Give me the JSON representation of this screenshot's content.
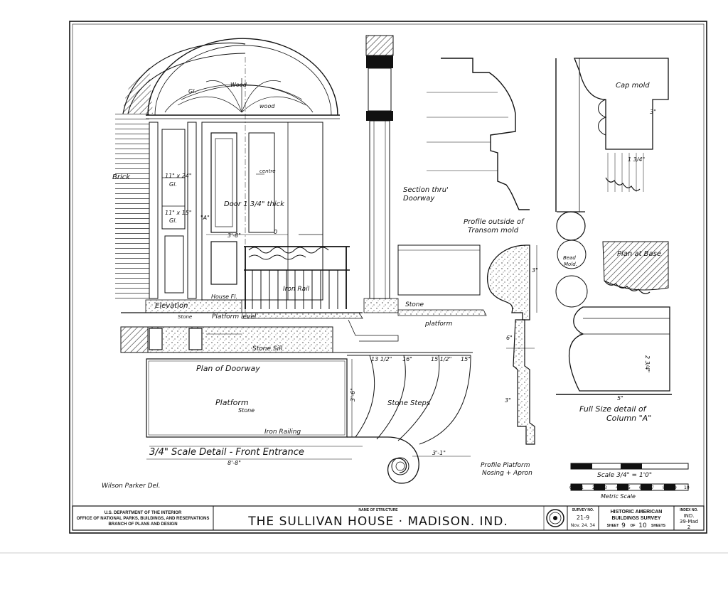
{
  "drawing": {
    "labels": {
      "brick": "Brick",
      "wood_top": "Wood",
      "wood": "wood",
      "gl_fan": "Gl.",
      "pane1": "11\" x 24\"",
      "pane1_b": "Gl.",
      "pane2": "11\" x 15\"",
      "pane2_b": "Gl.",
      "door": "Door 1 3/4\" thick",
      "center": "centre",
      "elevation": "Elevation",
      "stone_small": "Stone",
      "platform_level": "Platform level",
      "house_fl": "House Fl.",
      "iron_rail": "Iron Rail",
      "stone_sill": "Stone Sill",
      "plan_of_doorway": "Plan of Doorway",
      "platform": "Platform",
      "platform_stone": "Stone",
      "stone_steps": "Stone Steps",
      "iron_railing": "Iron Railing",
      "scale_title": "3/4\" Scale Detail - Front Entrance",
      "section_thru_1": "Section thru'",
      "section_thru_2": "Doorway",
      "stone_right": "Stone",
      "platform_right": "platform",
      "profile_transom_1": "Profile outside of",
      "profile_transom_2": "Transom mold",
      "profile_platform_1": "Profile Platform",
      "profile_platform_2": "Nosing + Apron",
      "cap_mold": "Cap mold",
      "plan_at_base": "Plan at Base",
      "bead_mold_1": "Bead",
      "bead_mold_2": "Mold.",
      "full_size_1": "Full Size detail of",
      "full_size_2": "Column \"A\"",
      "a_mark": "\"A\"",
      "scale_label": "Scale 3/4\" = 1'0\"",
      "metric_scale": "Metric Scale",
      "delineator": "Wilson Parker Del."
    },
    "dimensions": {
      "d_3_8": "3'-8\"",
      "d_0": "0",
      "d_8_8": "8'-8\"",
      "d_3_6": "3'-6\"",
      "d_3_1": "3'-1\"",
      "d_13_5": "13 1/2\"",
      "d_16": "16\"",
      "d_15_5": "15 1/2\"",
      "d_15": "15\"",
      "d_3in": "3\"",
      "d_6in": "6\"",
      "d_3in_b": "3\"",
      "d_5in": "5\"",
      "d_1_75": "1 3/4\"",
      "d_2_75": "2 3/4\"",
      "d_3in_cap": "3\""
    },
    "metric_ticks": [
      "0",
      "1",
      "2",
      "3",
      "4",
      "5",
      "6",
      "7",
      "8",
      "9",
      "10"
    ]
  },
  "title_block": {
    "agency_1": "U.S. DEPARTMENT OF THE INTERIOR",
    "agency_2": "OFFICE OF NATIONAL PARKS, BUILDINGS, AND RESERVATIONS",
    "agency_3": "BRANCH OF PLANS AND DESIGN",
    "name_label": "NAME OF STRUCTURE",
    "structure_name": "THE SULLIVAN HOUSE · MADISON. IND.",
    "survey_label": "SURVEY NO.",
    "survey_no": "21-9",
    "survey_date": "Nov. 24. 34",
    "habs_1": "HISTORIC AMERICAN",
    "habs_2": "BUILDINGS SURVEY",
    "sheet_prefix": "SHEET",
    "sheet_no": "9",
    "sheet_of": "OF",
    "sheet_total": "10",
    "sheet_suffix": "SHEETS",
    "index_label": "INDEX NO.",
    "index_1": "IND.",
    "index_2": "39-Mad",
    "index_3": "2"
  }
}
